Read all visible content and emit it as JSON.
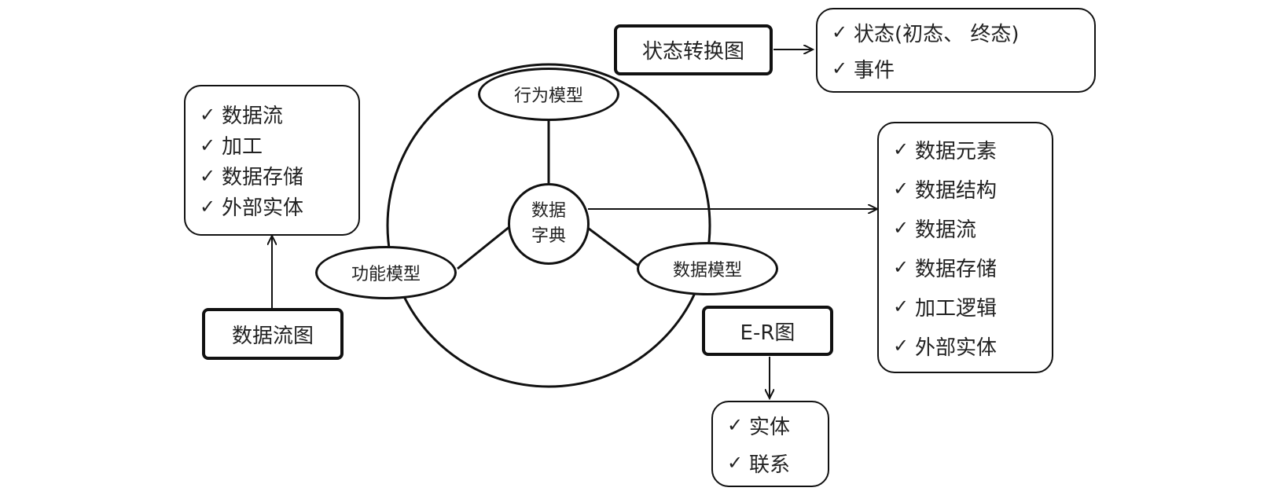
{
  "center": {
    "line1": "数据",
    "line2": "字典"
  },
  "models": {
    "behavior": "行为模型",
    "function": "功能模型",
    "data": "数据模型"
  },
  "diagrams": {
    "state": "状态转换图",
    "dfd": "数据流图",
    "er": "E-R图"
  },
  "check_icon": "✓",
  "lists": {
    "state": [
      "状态(初态、 终态)",
      "事件"
    ],
    "dfd": [
      "数据流",
      "加工",
      "数据存储",
      "外部实体"
    ],
    "dictionary": [
      "数据元素",
      "数据结构",
      "数据流",
      "数据存储",
      "加工逻辑",
      "外部实体"
    ],
    "er": [
      "实体",
      "联系"
    ]
  }
}
